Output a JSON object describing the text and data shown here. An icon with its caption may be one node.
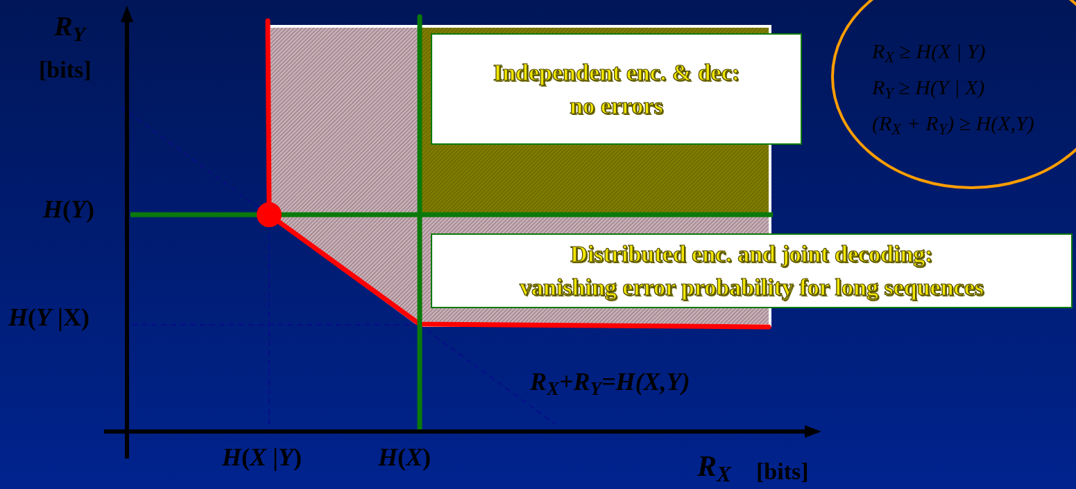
{
  "diagram": {
    "nodes": [
      {
        "text": [
          "Independent enc. & dec: no errors"
        ]
      },
      {
        "text": [
          "Distributed enc. and joint decoding: vanishing error probability for long sequences"
        ]
      },
      {
        "text": [
          "R$_{X}$ ≥ H(X | Y)",
          "R$_{Y}$ ≥ H(Y | X)",
          "(R$_{X}$ + R$_{Y}$) ≥ H(X,Y)"
        ]
      }
    ],
    "labels": [
      "R$_{Y}$",
      "[bits]",
      "*H*(*Y*)",
      "*H*(*Y* |X)",
      "R$_{X}$+R$_{Y}$=H(X,Y)",
      "*H*(*X* |*Y*)",
      "*H*(*X*)",
      "R$_{X}$",
      "[bits]"
    ]
  }
}
